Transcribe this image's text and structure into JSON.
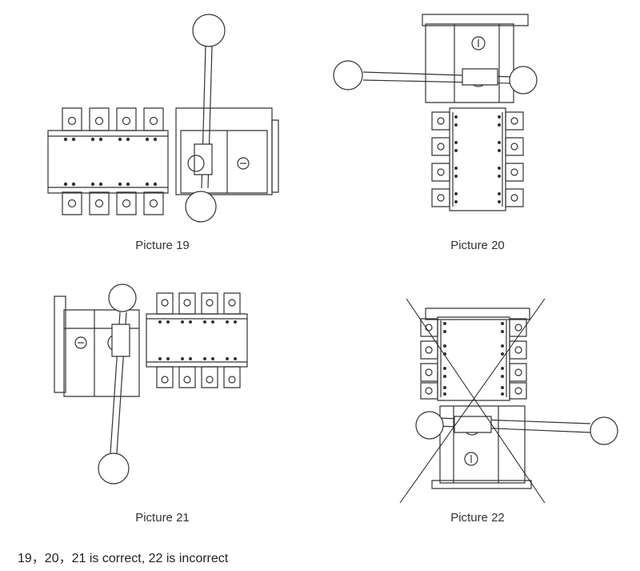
{
  "figures": [
    {
      "id": 19,
      "caption": "Picture 19",
      "orientation": "horizontal-handle-right",
      "status": "correct"
    },
    {
      "id": 20,
      "caption": "Picture 20",
      "orientation": "vertical-handle-top",
      "status": "correct"
    },
    {
      "id": 21,
      "caption": "Picture 21",
      "orientation": "horizontal-handle-left",
      "status": "correct"
    },
    {
      "id": 22,
      "caption": "Picture 22",
      "orientation": "vertical-handle-bottom",
      "status": "incorrect"
    }
  ],
  "note": "19，20，21 is correct, 22 is incorrect",
  "colors": {
    "line": "#333333",
    "background": "#ffffff"
  }
}
